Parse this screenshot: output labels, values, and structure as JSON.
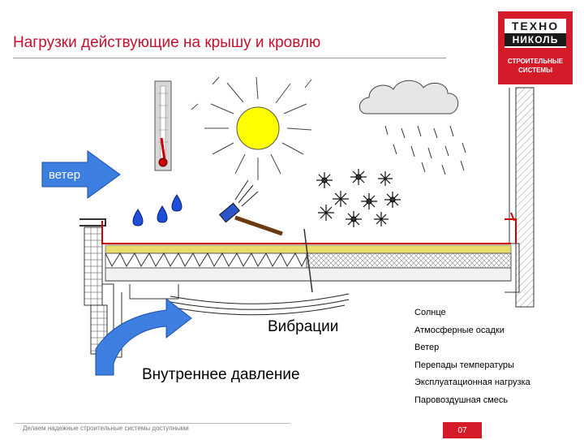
{
  "slide": {
    "title": "Нагрузки действующие на крышу и кровлю",
    "footer": "Делаем надежные строительные системы доступными",
    "page_number": "07"
  },
  "logo": {
    "brand_part1": "ТЕХНО",
    "brand_part2": "НИКОЛЬ",
    "tagline_line1": "СТРОИТЕЛЬНЫЕ",
    "tagline_line2": "СИСТЕМЫ"
  },
  "diagram": {
    "wind_label": "ветер",
    "vibration_label": "Вибрации",
    "internal_pressure_label": "Внутреннее давление"
  },
  "loads_list": [
    "Солнце",
    "Атмосферные осадки",
    "Ветер",
    "Перепады температуры",
    "Эксплуатационная нагрузка",
    "Паровоздушная смесь"
  ],
  "colors": {
    "brand_red": "#d51a2a",
    "title_red": "#c8102e",
    "sun_yellow": "#ffff00",
    "wind_blue": "#3d7fe0",
    "insulation_yellow": "#e8dc6a"
  }
}
